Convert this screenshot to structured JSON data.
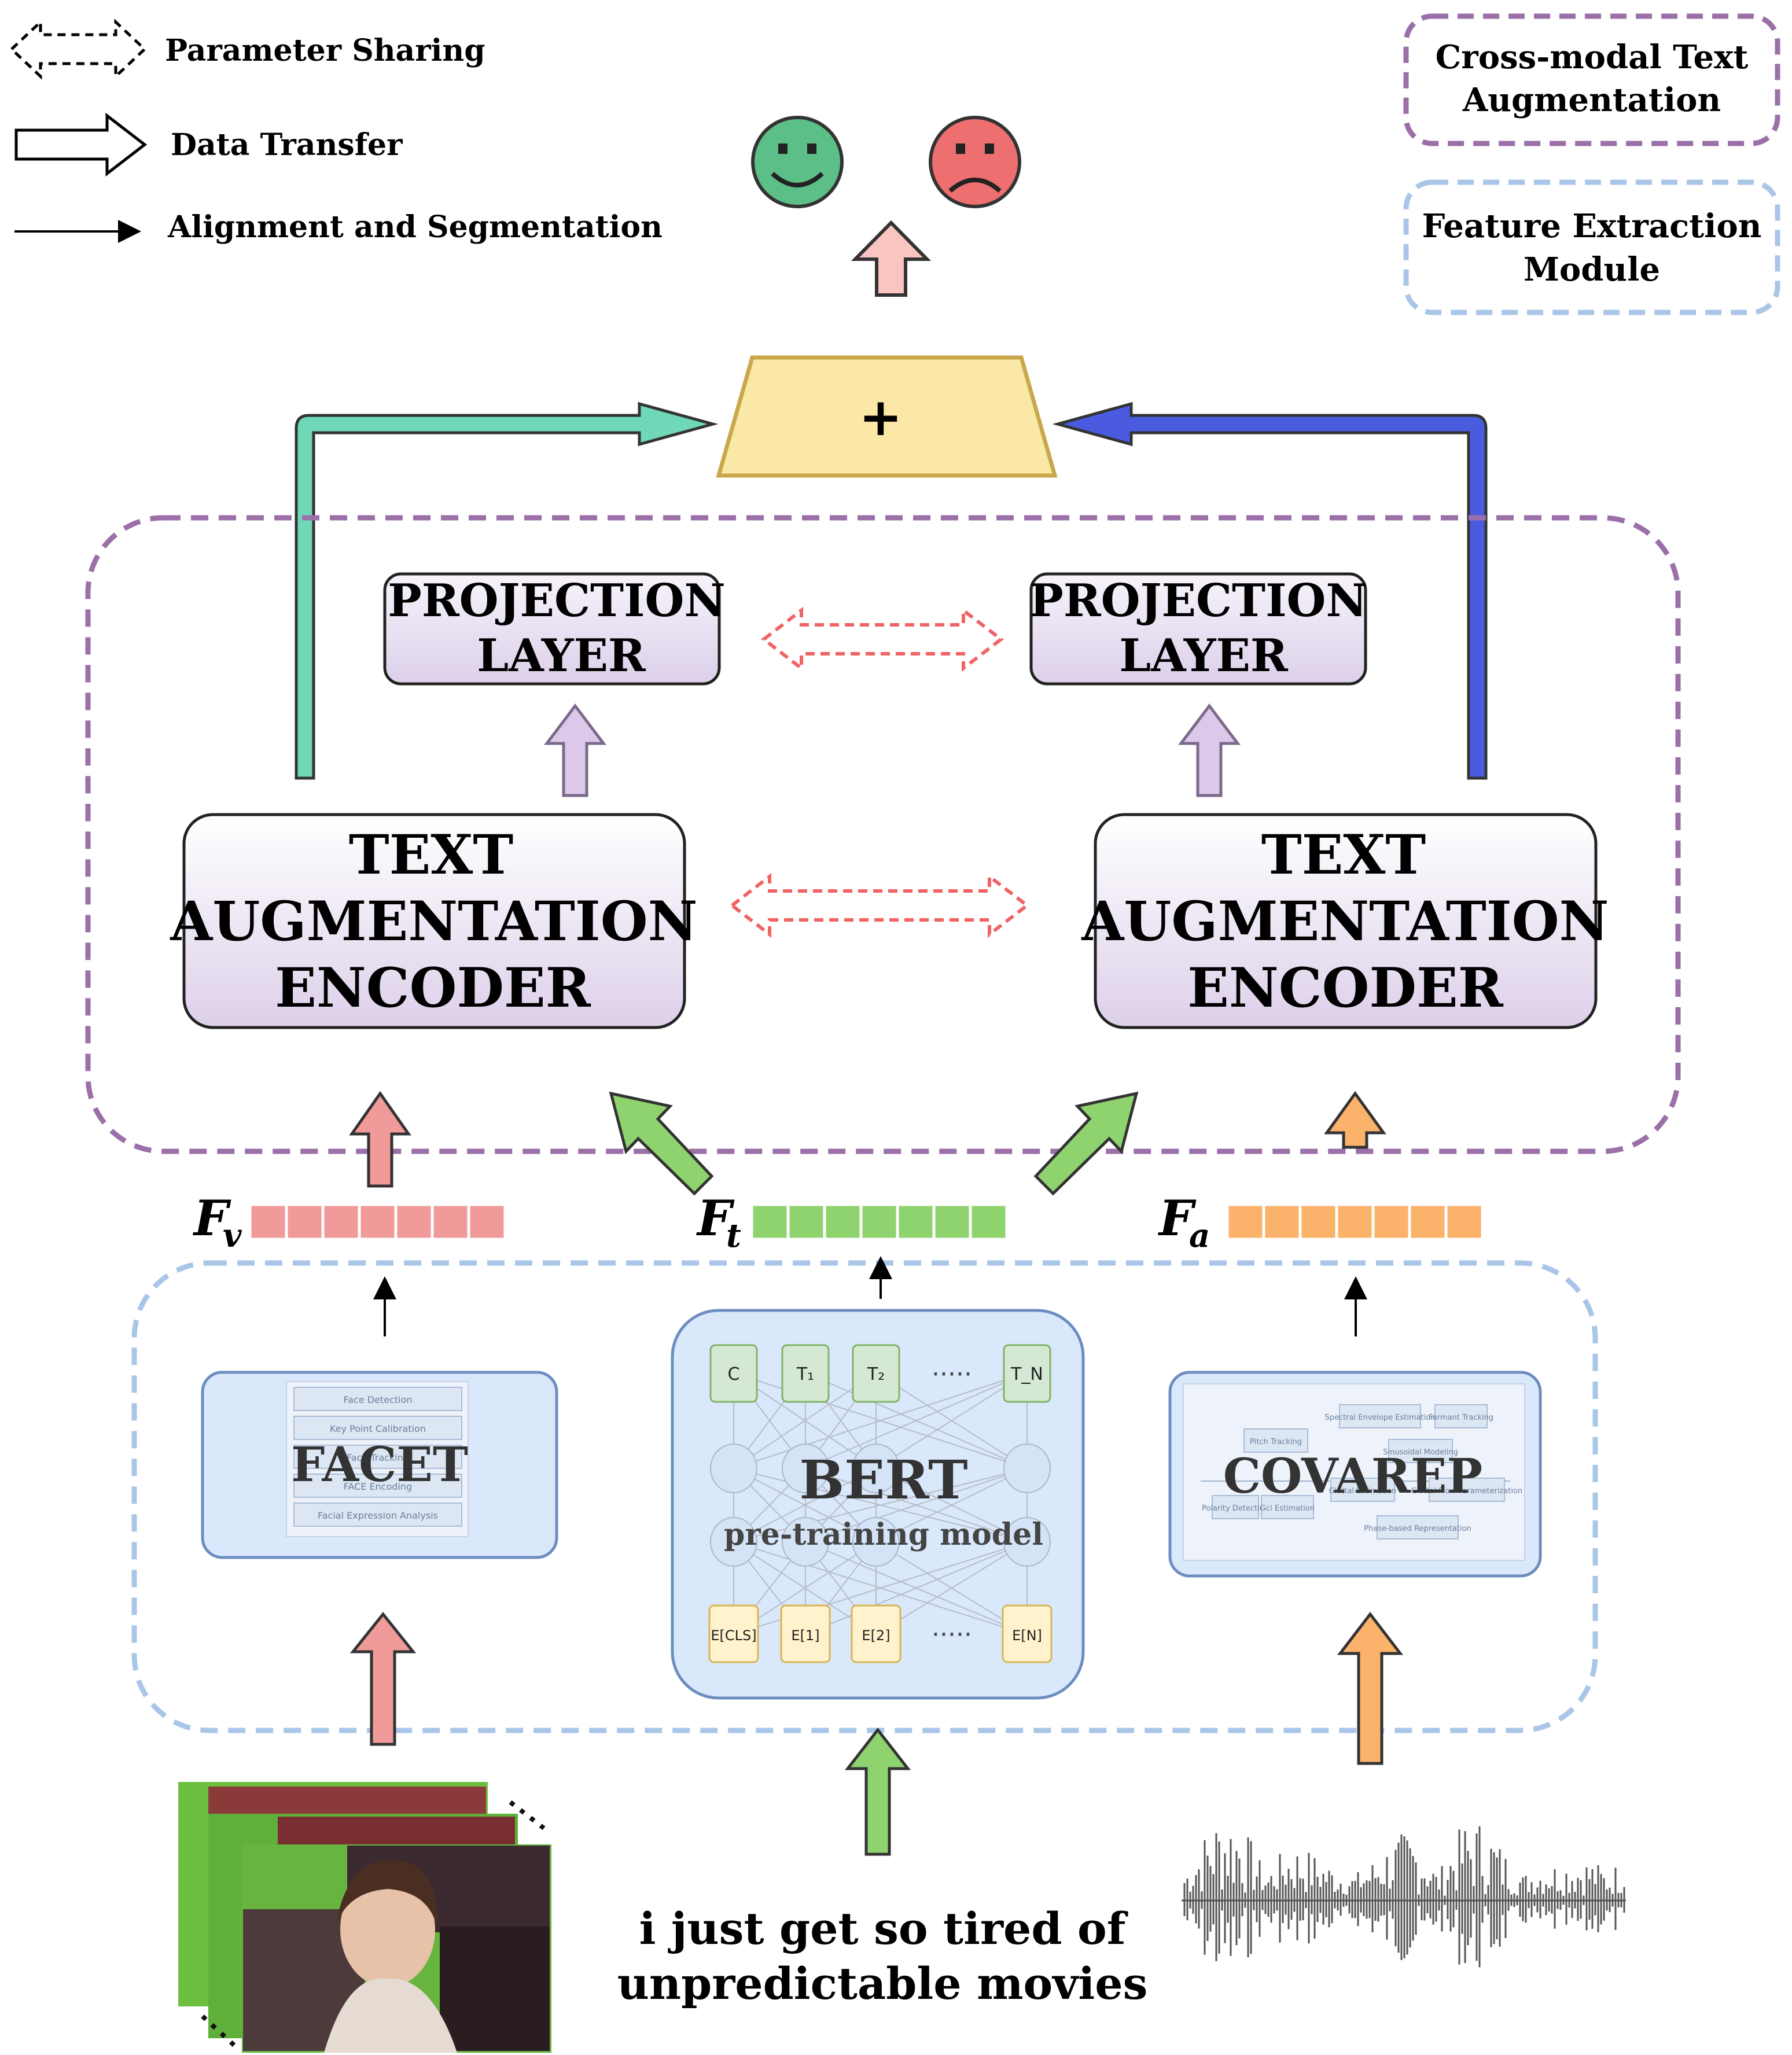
{
  "legend": {
    "param_sharing": "Parameter Sharing",
    "data_transfer": "Data Transfer",
    "alignment": "Alignment and Segmentation"
  },
  "key_boxes": {
    "cross_modal_l1": "Cross-modal Text",
    "cross_modal_l2": "Augmentation",
    "feature_l1": "Feature Extraction",
    "feature_l2": "Module"
  },
  "fusion": {
    "symbol": "+"
  },
  "projection_left": {
    "l1": "PROJECTION",
    "l2": "LAYER"
  },
  "projection_right": {
    "l1": "PROJECTION",
    "l2": "LAYER"
  },
  "encoder_left": {
    "l1": "TEXT",
    "l2": "AUGMENTATION",
    "l3": "ENCODER"
  },
  "encoder_right": {
    "l1": "TEXT",
    "l2": "AUGMENTATION",
    "l3": "ENCODER"
  },
  "features": {
    "fv": {
      "letter": "F",
      "sub": "v",
      "color": "#f19a9a"
    },
    "ft": {
      "letter": "F",
      "sub": "t",
      "color": "#8fd36f"
    },
    "fa": {
      "letter": "F",
      "sub": "a",
      "color": "#fbb26a"
    }
  },
  "facet": {
    "label": "FACET",
    "steps": [
      "Face Detection",
      "Key Point Calibration",
      "Face Tracking",
      "FACE Encoding",
      "Facial Expression Analysis"
    ]
  },
  "bert": {
    "label": "BERT",
    "sublabel": "pre-training model",
    "top_tokens": [
      "C",
      "T₁",
      "T₂",
      "T_N"
    ],
    "bottom_tokens": [
      "E[CLS]",
      "E[1]",
      "E[2]",
      "E[N]"
    ],
    "dots": "·····"
  },
  "covarep": {
    "label": "COVAREP",
    "steps": [
      "Pitch Tracking",
      "Polarity Detection",
      "Gci Estimation",
      "Spectral Envelope Estimation",
      "Formant Tracking",
      "Sinusoidal Modeling",
      "Glottal Estimation",
      "Glottal Flow Parameterization",
      "Phase-based Representation"
    ]
  },
  "input_text": {
    "l1": "i just get so tired of",
    "l2": "unpredictable movies"
  },
  "colors": {
    "purple_dash": "#9b6fa8",
    "blue_dash": "#a9c6e8",
    "teal": "#6fd8b9",
    "blue_arrow": "#4b5be0",
    "red_dash": "#f06464",
    "fusion_fill": "#fbe8a6",
    "fusion_stroke": "#c9a84c",
    "happy": "#5cbf87",
    "sad": "#ee6f6f"
  }
}
